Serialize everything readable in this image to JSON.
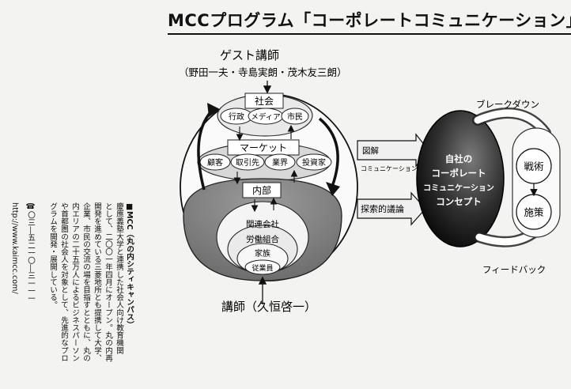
{
  "title": "MCCプログラム「コーポレートコミュニケーション」",
  "guest": {
    "label": "ゲスト講師",
    "names": "（野田一夫・寺島実朗・茂木友三朗）"
  },
  "society": {
    "label": "社会",
    "items": [
      "行政",
      "メディア",
      "市民"
    ]
  },
  "market": {
    "label": "マーケット",
    "items": [
      "顧客",
      "取引先",
      "業界",
      "投資家"
    ]
  },
  "internal": {
    "label": "内部",
    "rings": [
      "関連会社",
      "労働組合",
      "家族",
      "従業員"
    ]
  },
  "lecturer": "講師（久恒啓一）",
  "arrows": {
    "zukai": "図解",
    "zukai_sub": "コミュニケーション",
    "tansaku": "探索的議論"
  },
  "concept": [
    "自社の",
    "コーポレート",
    "コミュニケーション",
    "コンセプト"
  ],
  "cycle": {
    "breakdown": "ブレークダウン",
    "feedback": "フィードバック",
    "strategy": "戦術",
    "measure": "施策"
  },
  "sidebar": {
    "heading": "■MCC（丸の内シティキャンパス）",
    "lines": [
      "慶應義塾大学と連携した社会人向け教育機関",
      "として、二〇〇一年四月にオープン。丸の内再",
      "開発を進めている三菱地所とも提携して大学、",
      "企業、市民の交流の場を目指すとともに、丸の",
      "内エリアの二十五万人によるビジネスパーソン",
      "や首都圏の社会人を対象として、先進的なプロ",
      "グラムを開発・展開している。",
      "",
      "☎〇三―五二一〇―三一一一",
      "http://www.kaimcc.com/"
    ]
  }
}
